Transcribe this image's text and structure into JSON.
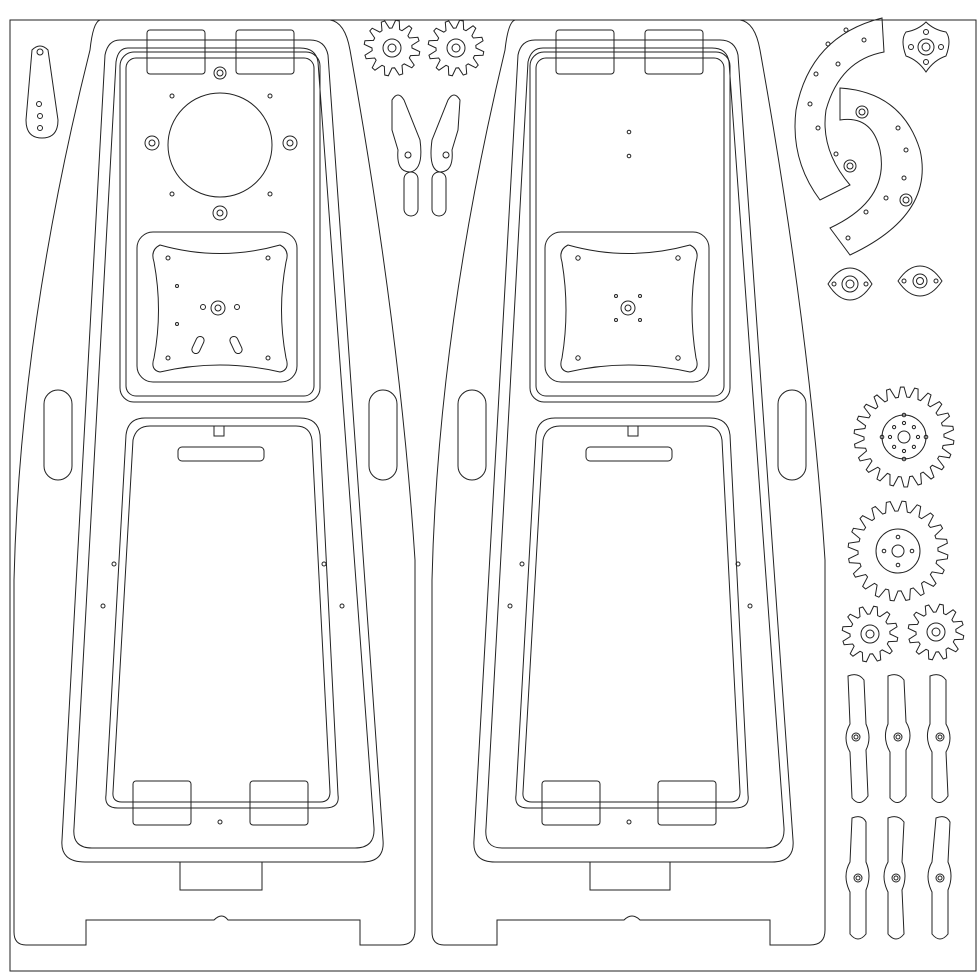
{
  "sheet": {
    "background": "#ffffff",
    "line_color": "#222222"
  },
  "parts": {
    "large_gear_teeth": 22,
    "medium_gear_teeth": 20,
    "small_gear_teeth": 12,
    "tiny_gear_teeth": 12
  }
}
